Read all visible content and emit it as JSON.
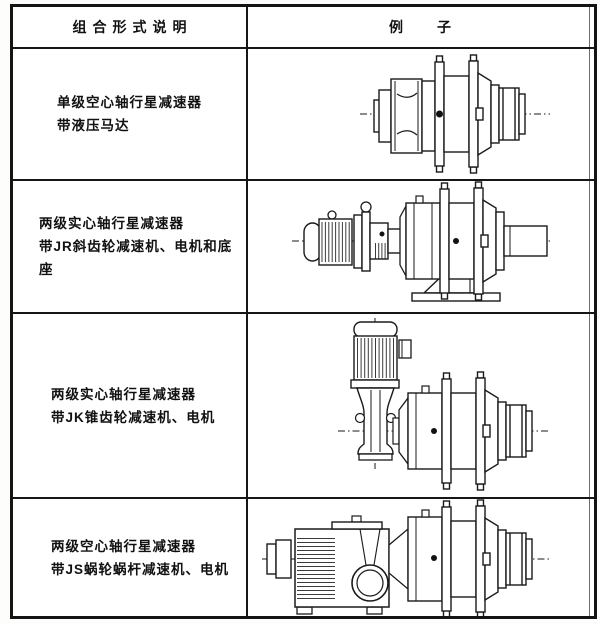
{
  "table": {
    "header": {
      "left": "组合形式说明",
      "right": "例　　子"
    },
    "rows": [
      {
        "line1": "单级空心轴行星减速器",
        "line2": "带液压马达",
        "diagram": "single-stage hollow-shaft planetary reducer with hydraulic motor"
      },
      {
        "line1": "两级实心轴行星减速器",
        "line2": "带JR斜齿轮减速机、电机和底座",
        "diagram": "two-stage solid-shaft planetary reducer with JR helical gear unit, motor and base"
      },
      {
        "line1": "两级实心轴行星减速器",
        "line2": "带JK锥齿轮减速机、电机",
        "diagram": "two-stage solid-shaft planetary reducer with JK bevel gear unit and motor"
      },
      {
        "line1": "两级空心轴行星减速器",
        "line2": "带JS蜗轮蜗杆减速机、电机",
        "diagram": "two-stage hollow-shaft planetary reducer with JS worm gear unit and motor"
      }
    ],
    "colors": {
      "line": "#1a1a1a",
      "background": "#ffffff"
    }
  }
}
